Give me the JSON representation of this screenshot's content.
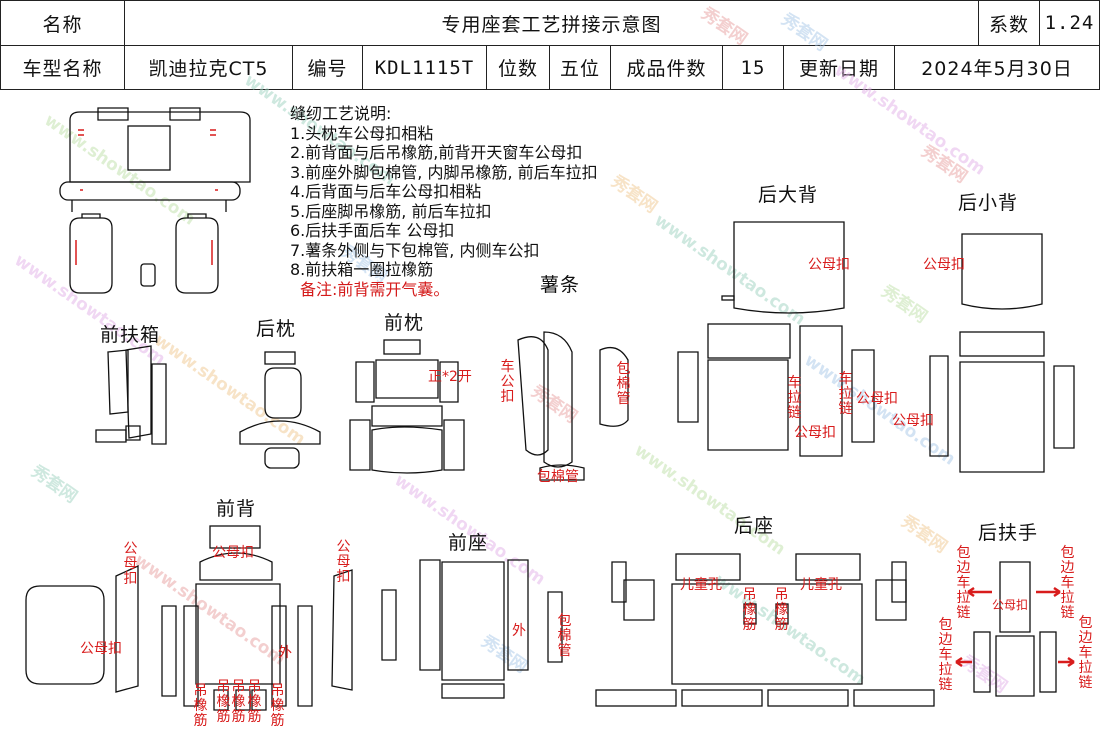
{
  "header": {
    "name_label": "名称",
    "title": "专用座套工艺拼接示意图",
    "coef_label": "系数",
    "coef_value": "1.24",
    "model_label": "车型名称",
    "model_value": "凯迪拉克CT5",
    "code_label": "编号",
    "code_value": "KDL1115T",
    "seats_label": "位数",
    "seats_value": "五位",
    "pieces_label": "成品件数",
    "pieces_value": "15",
    "date_label": "更新日期",
    "date_value": "2024年5月30日"
  },
  "notes": {
    "heading": "缝纫工艺说明:",
    "items": [
      "1.头枕车公母扣相粘",
      "2.前背面与后吊橡筋,前背开天窗车公母扣",
      "3.前座外脚包棉管, 内脚吊橡筋, 前后车拉扣",
      "4.后背面与后车公母扣相粘",
      "5.后座脚吊橡筋, 前后车拉扣",
      "6.后扶手面后车 公母扣",
      "7.薯条外侧与下包棉管, 内侧车公扣",
      "8.前扶箱一圈拉橡筋"
    ],
    "remark": "备注:前背需开气囊。"
  },
  "sections": {
    "rear_big_back": "后大背",
    "rear_small_back": "后小背",
    "front_armrest_box": "前扶箱",
    "rear_headrest": "后枕",
    "front_headrest": "前枕",
    "fries": "薯条",
    "front_back": "前背",
    "front_seat": "前座",
    "rear_seat": "后座",
    "rear_armrest": "后扶手"
  },
  "annotations": {
    "snap": "公母扣",
    "open2": "正*2开",
    "car_snap": "车公扣",
    "wrap_pipe": "包棉管",
    "car_zip": "车拉链",
    "outer": "外",
    "hang_elastic": "吊橡筋",
    "child_hole": "儿童孔",
    "wrap_edge_zip": "包边车拉链"
  },
  "watermark": {
    "cn": "秀套网",
    "url": "www.showtao.com"
  }
}
